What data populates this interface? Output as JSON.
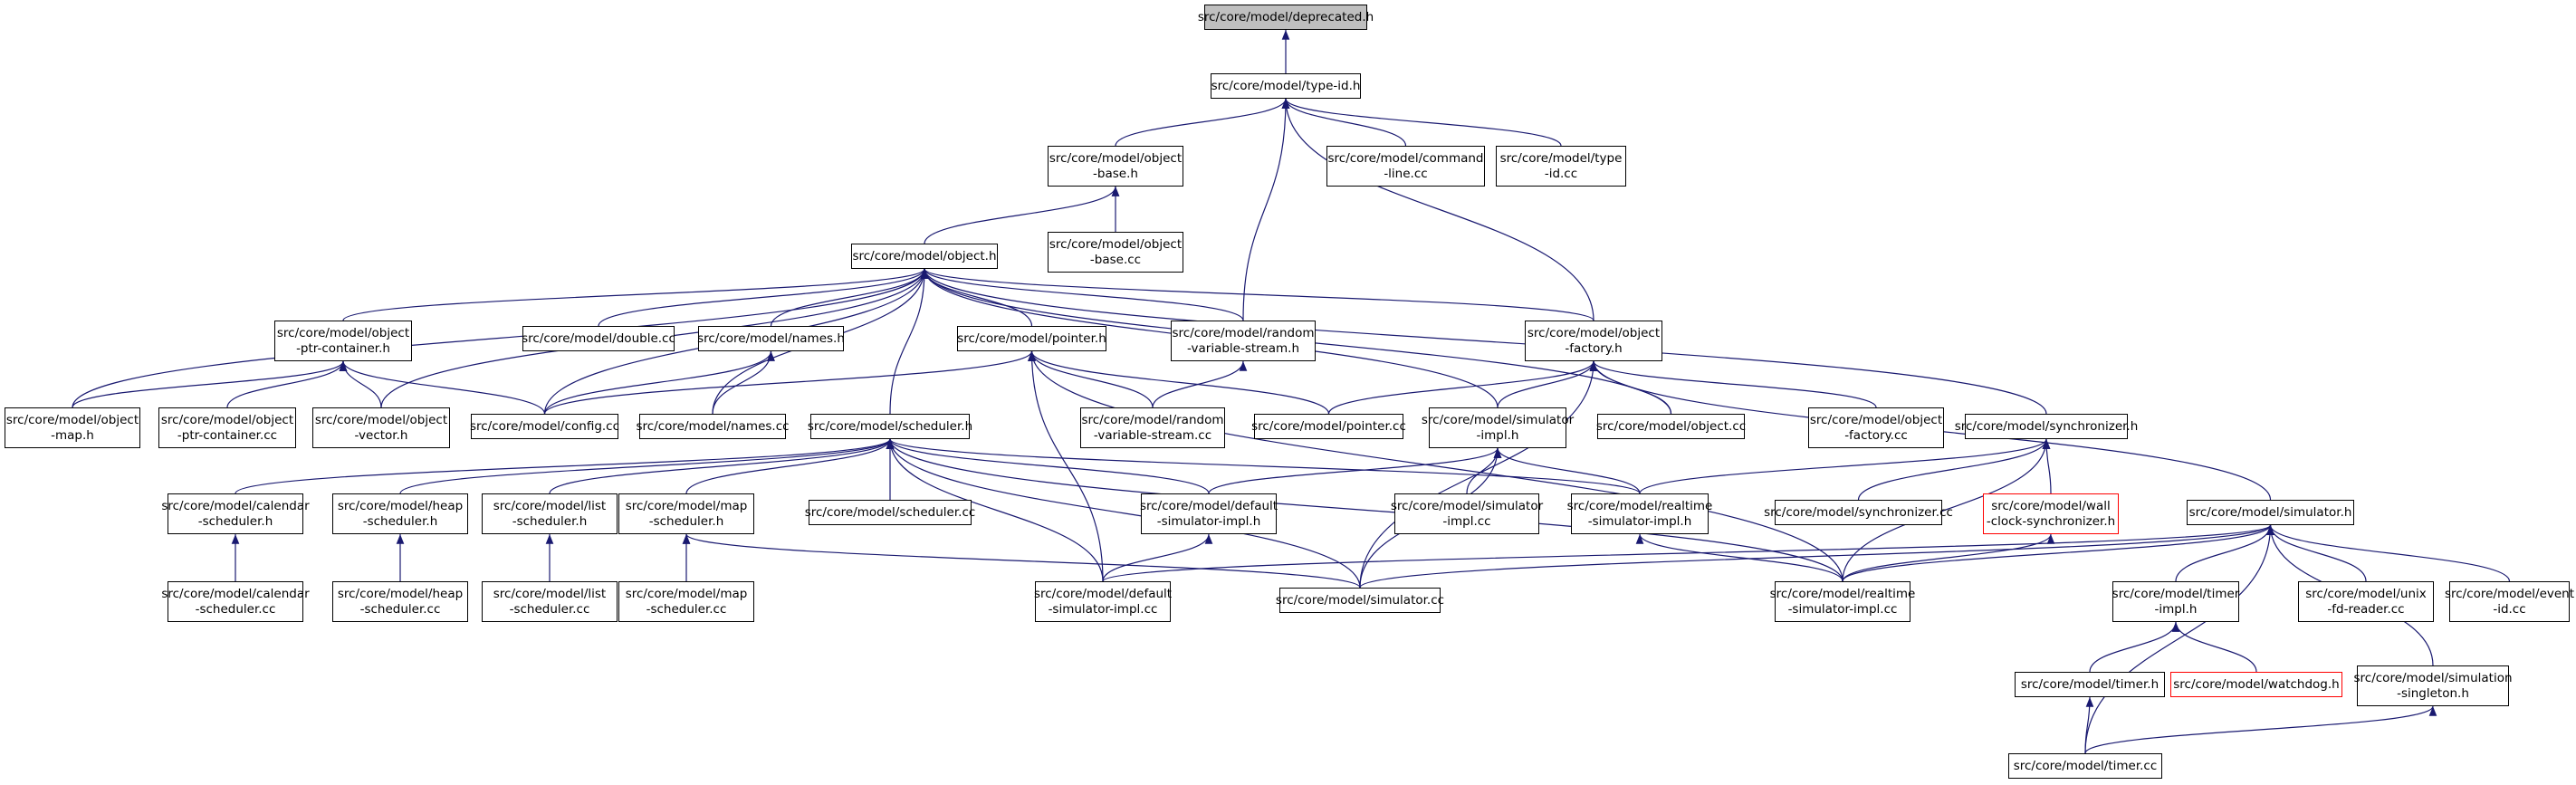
{
  "diagram": {
    "edge_color": "#191970",
    "root_fill": "#bfbfbf",
    "truncated_border": "#ff0000",
    "nodes": {
      "deprecated_h": [
        "src/core/model/deprecated.h"
      ],
      "type_id_h": [
        "src/core/model/type-id.h"
      ],
      "object_base_h": [
        "src/core/model/object",
        "-base.h"
      ],
      "command_line_cc": [
        "src/core/model/command",
        "-line.cc"
      ],
      "type_id_cc": [
        "src/core/model/type",
        "-id.cc"
      ],
      "object_base_cc": [
        "src/core/model/object",
        "-base.cc"
      ],
      "object_h": [
        "src/core/model/object.h"
      ],
      "object_ptr_container_h": [
        "src/core/model/object",
        "-ptr-container.h"
      ],
      "double_cc": [
        "src/core/model/double.cc"
      ],
      "names_h": [
        "src/core/model/names.h"
      ],
      "pointer_h": [
        "src/core/model/pointer.h"
      ],
      "random_variable_stream_h": [
        "src/core/model/random",
        "-variable-stream.h"
      ],
      "object_factory_h": [
        "src/core/model/object",
        "-factory.h"
      ],
      "object_map_h": [
        "src/core/model/object",
        "-map.h"
      ],
      "object_ptr_container_cc": [
        "src/core/model/object",
        "-ptr-container.cc"
      ],
      "object_vector_h": [
        "src/core/model/object",
        "-vector.h"
      ],
      "config_cc": [
        "src/core/model/config.cc"
      ],
      "names_cc": [
        "src/core/model/names.cc"
      ],
      "random_variable_stream_cc": [
        "src/core/model/random",
        "-variable-stream.cc"
      ],
      "pointer_cc": [
        "src/core/model/pointer.cc"
      ],
      "simulator_impl_h": [
        "src/core/model/simulator",
        "-impl.h"
      ],
      "object_cc": [
        "src/core/model/object.cc"
      ],
      "object_factory_cc": [
        "src/core/model/object",
        "-factory.cc"
      ],
      "synchronizer_h": [
        "src/core/model/synchronizer.h"
      ],
      "scheduler_h": [
        "src/core/model/scheduler.h"
      ],
      "calendar_scheduler_h": [
        "src/core/model/calendar",
        "-scheduler.h"
      ],
      "heap_scheduler_h": [
        "src/core/model/heap",
        "-scheduler.h"
      ],
      "list_scheduler_h": [
        "src/core/model/list",
        "-scheduler.h"
      ],
      "map_scheduler_h": [
        "src/core/model/map",
        "-scheduler.h"
      ],
      "scheduler_cc": [
        "src/core/model/scheduler.cc"
      ],
      "default_simulator_impl_h": [
        "src/core/model/default",
        "-simulator-impl.h"
      ],
      "simulator_impl_cc": [
        "src/core/model/simulator",
        "-impl.cc"
      ],
      "realtime_simulator_impl_h": [
        "src/core/model/realtime",
        "-simulator-impl.h"
      ],
      "synchronizer_cc": [
        "src/core/model/synchronizer.cc"
      ],
      "wall_clock_synchronizer_h": [
        "src/core/model/wall",
        "-clock-synchronizer.h"
      ],
      "simulator_h": [
        "src/core/model/simulator.h"
      ],
      "calendar_scheduler_cc": [
        "src/core/model/calendar",
        "-scheduler.cc"
      ],
      "heap_scheduler_cc": [
        "src/core/model/heap",
        "-scheduler.cc"
      ],
      "list_scheduler_cc": [
        "src/core/model/list",
        "-scheduler.cc"
      ],
      "map_scheduler_cc": [
        "src/core/model/map",
        "-scheduler.cc"
      ],
      "default_simulator_impl_cc": [
        "src/core/model/default",
        "-simulator-impl.cc"
      ],
      "simulator_cc": [
        "src/core/model/simulator.cc"
      ],
      "realtime_simulator_impl_cc": [
        "src/core/model/realtime",
        "-simulator-impl.cc"
      ],
      "timer_impl_h": [
        "src/core/model/timer",
        "-impl.h"
      ],
      "unix_fd_reader_cc": [
        "src/core/model/unix",
        "-fd-reader.cc"
      ],
      "event_id_cc": [
        "src/core/model/event",
        "-id.cc"
      ],
      "timer_h": [
        "src/core/model/timer.h"
      ],
      "watchdog_h": [
        "src/core/model/watchdog.h"
      ],
      "simulation_singleton_h": [
        "src/core/model/simulation",
        "-singleton.h"
      ],
      "timer_cc": [
        "src/core/model/timer.cc"
      ]
    }
  }
}
